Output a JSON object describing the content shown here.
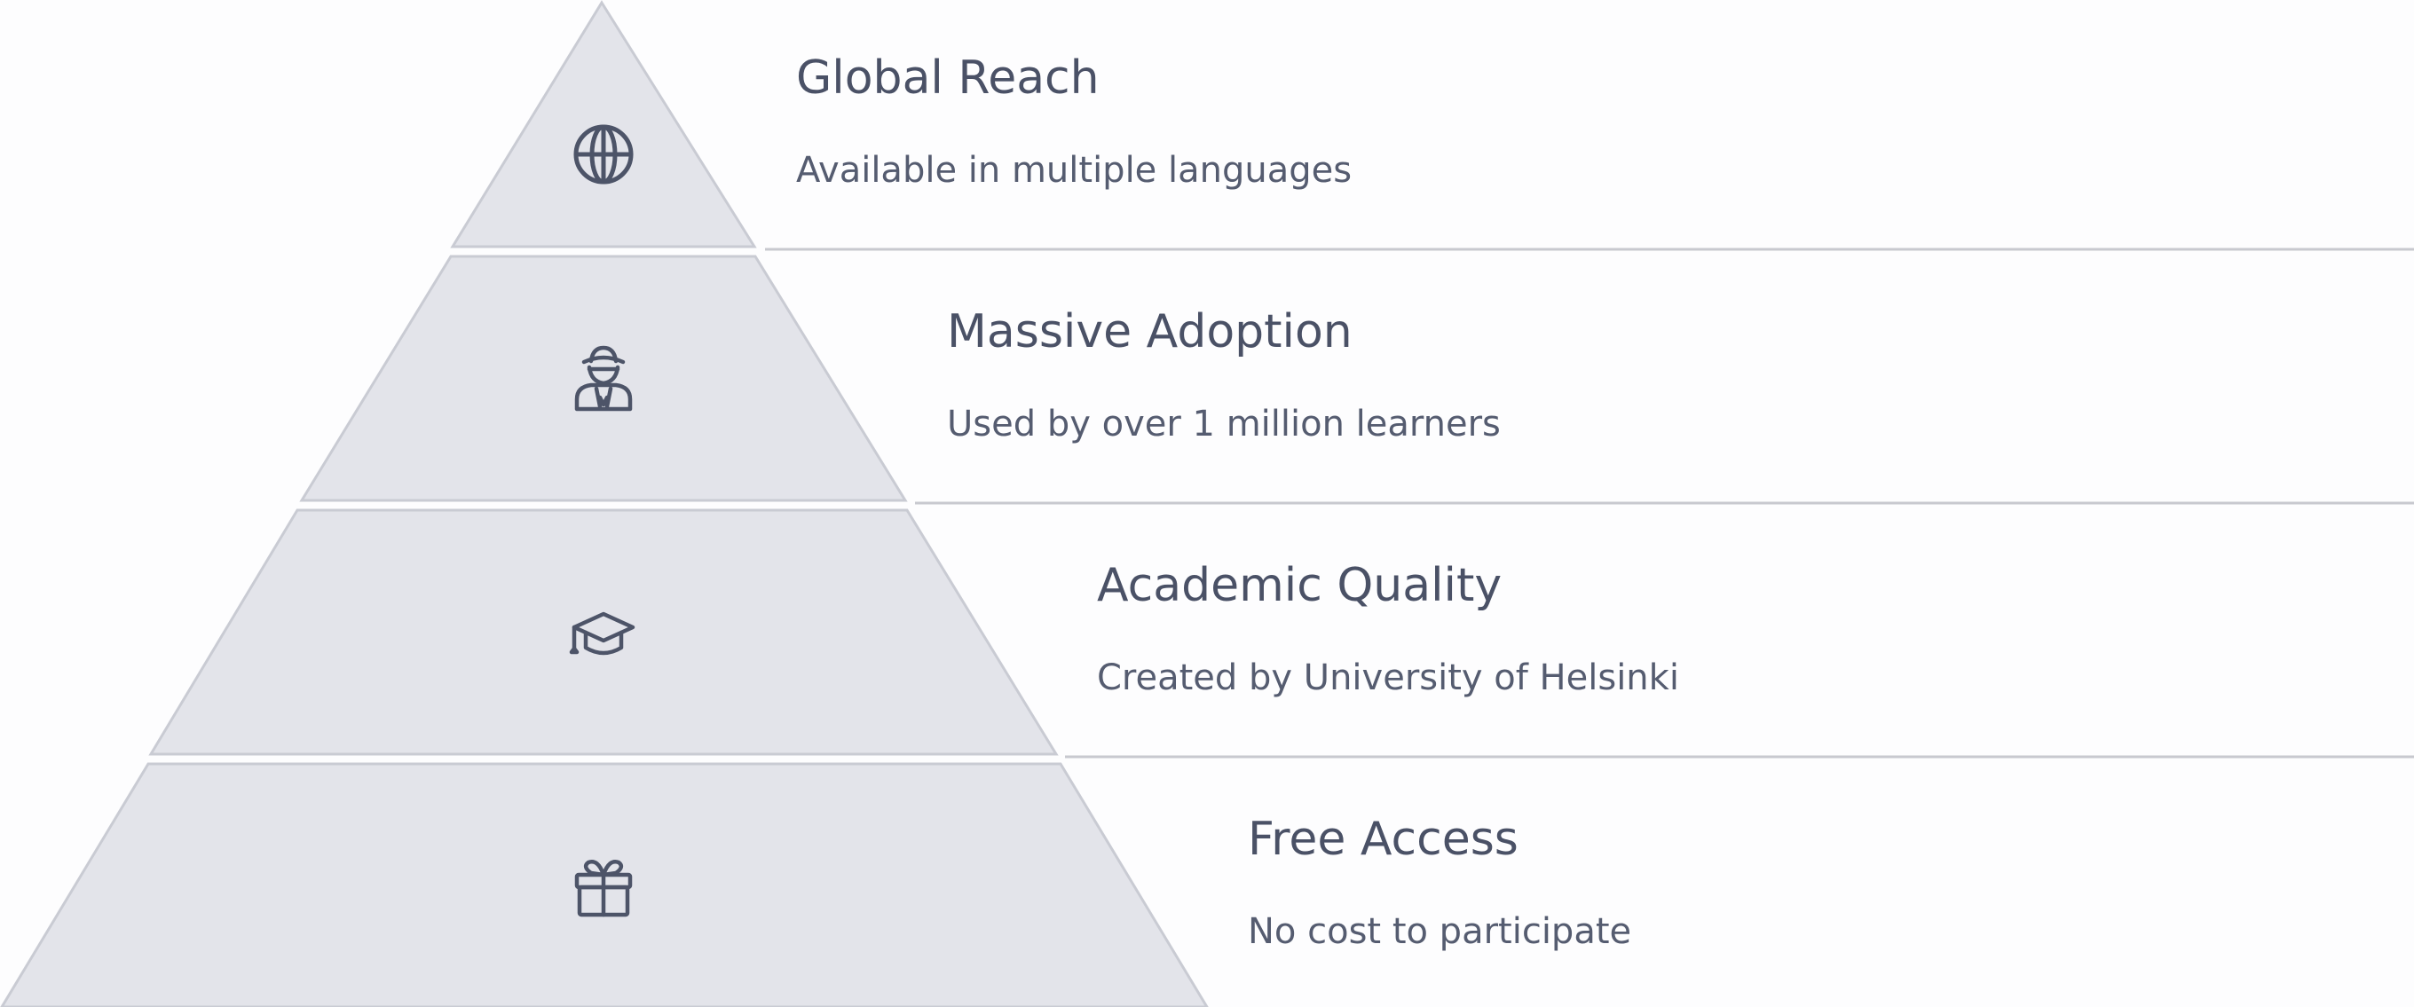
{
  "colors": {
    "background": "#fdfdfe",
    "tier_fill": "#e3e4ea",
    "tier_stroke": "#c9cbd3",
    "separator": "#c8c9cf",
    "icon": "#4d5468",
    "title_text": "#4a5166",
    "desc_text": "#555c70"
  },
  "tiers": [
    {
      "title": "Global Reach",
      "description": "Available in multiple languages",
      "icon": "globe-icon"
    },
    {
      "title": "Massive Adoption",
      "description": "Used by over 1 million learners",
      "icon": "incognito-person-icon"
    },
    {
      "title": "Academic Quality",
      "description": "Created by University of Helsinki",
      "icon": "graduation-cap-icon"
    },
    {
      "title": "Free Access",
      "description": "No cost to participate",
      "icon": "gift-icon"
    }
  ]
}
